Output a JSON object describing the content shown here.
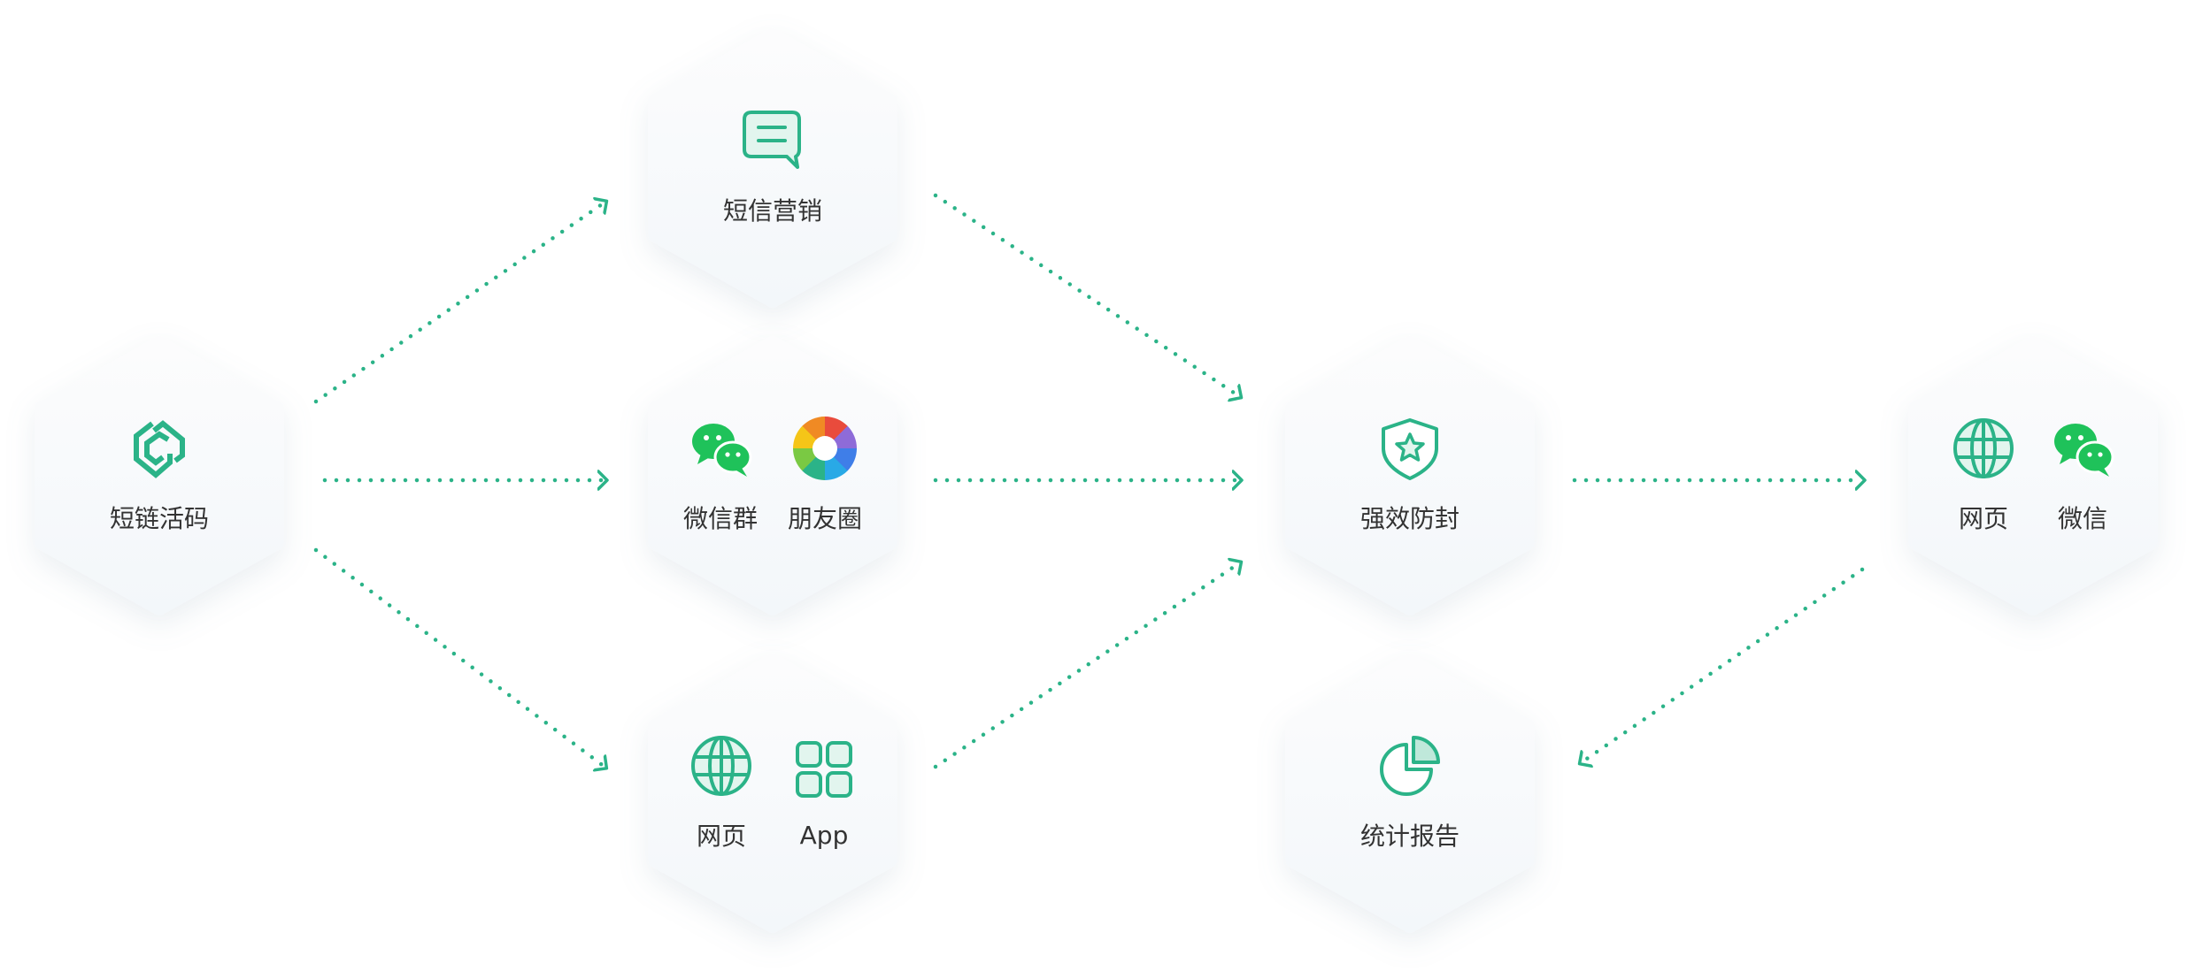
{
  "colors": {
    "accent": "#2bb388",
    "accent_light": "#e2f5ee",
    "text": "#333333",
    "wechat": "#1fc25a"
  },
  "nodes": {
    "short_link": {
      "label": "短链活码",
      "icon": "short-link-logo-icon"
    },
    "sms": {
      "label": "短信营销",
      "icon": "chat-bubble-icon"
    },
    "social": {
      "items": [
        {
          "label": "微信群",
          "icon": "wechat-icon"
        },
        {
          "label": "朋友圈",
          "icon": "moments-aperture-icon"
        }
      ]
    },
    "web_app": {
      "items": [
        {
          "label": "网页",
          "icon": "globe-icon"
        },
        {
          "label": "App",
          "icon": "app-grid-icon"
        }
      ]
    },
    "anti_block": {
      "label": "强效防封",
      "icon": "shield-star-icon"
    },
    "stats": {
      "label": "统计报告",
      "icon": "pie-chart-icon"
    },
    "targets": {
      "items": [
        {
          "label": "网页",
          "icon": "globe-icon"
        },
        {
          "label": "微信",
          "icon": "wechat-icon"
        }
      ]
    }
  }
}
